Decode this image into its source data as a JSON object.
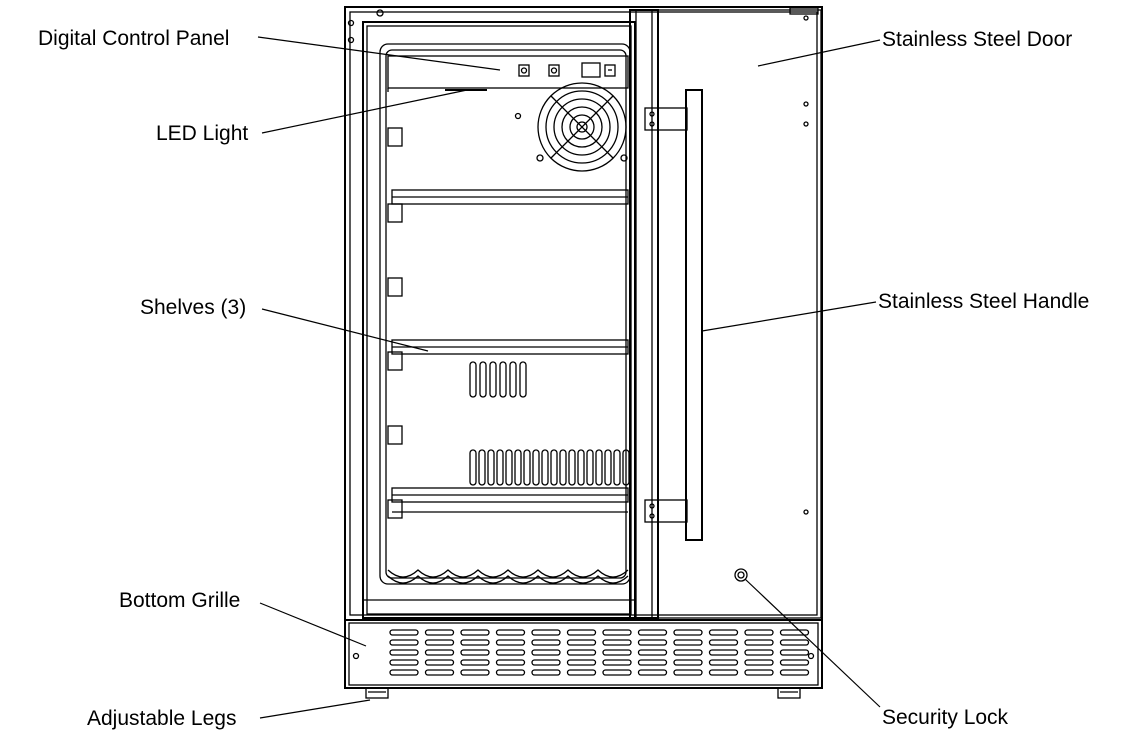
{
  "labels": {
    "digital_control_panel": "Digital Control Panel",
    "led_light": "LED Light",
    "shelves": "Shelves (3)",
    "bottom_grille": "Bottom Grille",
    "adjustable_legs": "Adjustable Legs",
    "stainless_steel_door": "Stainless Steel Door",
    "stainless_steel_handle": "Stainless Steel Handle",
    "security_lock": "Security Lock"
  },
  "colors": {
    "line": "#000000",
    "background": "#ffffff"
  }
}
